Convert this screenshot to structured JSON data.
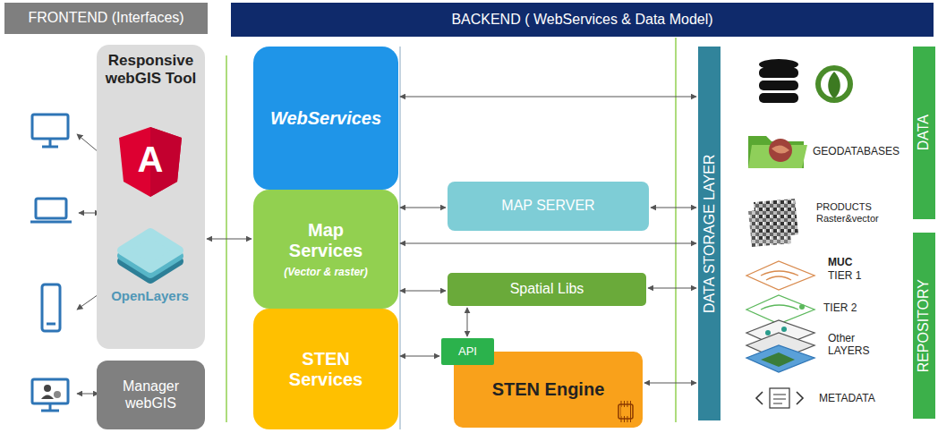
{
  "diagram": {
    "nodes": [
      {
        "text": [
          "FRONTEND (Interfaces)"
        ]
      },
      {
        "text": [
          "BACKEND ( WebServices & Data Model)"
        ]
      },
      {
        "text": [
          "Responsive webGIS Tool"
        ]
      },
      {
        "text": [
          "Manager webGIS"
        ]
      },
      {
        "text": [
          "WebServices"
        ]
      },
      {
        "text": [
          "Map Services",
          "(Vector & raster)"
        ]
      },
      {
        "text": [
          "STEN Services"
        ]
      },
      {
        "text": [
          "MAP SERVER"
        ]
      },
      {
        "text": [
          "Spatial Libs"
        ]
      },
      {
        "text": [
          "API"
        ]
      },
      {
        "text": [
          "STEN Engine"
        ]
      },
      {
        "text": [
          "DATA STORAGE LAYER"
        ]
      },
      {
        "text": [
          "DATA"
        ]
      },
      {
        "text": [
          "REPOSITORY"
        ]
      }
    ],
    "edges": [
      {
        "from": 2,
        "to": 5,
        "arrow": "both"
      },
      {
        "from": 4,
        "to": 11,
        "arrow": "both"
      },
      {
        "from": 5,
        "to": 7,
        "arrow": "both"
      },
      {
        "from": 7,
        "to": 11,
        "arrow": "both"
      },
      {
        "from": 5,
        "to": 11,
        "arrow": "both"
      },
      {
        "from": 5,
        "to": 8,
        "arrow": "both"
      },
      {
        "from": 8,
        "to": 11,
        "arrow": "both"
      },
      {
        "from": 8,
        "to": 9,
        "arrow": "both"
      },
      {
        "from": 6,
        "to": 9,
        "arrow": "both"
      },
      {
        "from": 10,
        "to": 11,
        "arrow": "both"
      }
    ],
    "labels": [
      "A",
      "OpenLayers",
      "GEODATABASES",
      "PRODUCTS Raster&vector",
      "MUC",
      "TIER 1",
      "TIER 2",
      "Other LAYERS",
      "METADATA"
    ]
  }
}
